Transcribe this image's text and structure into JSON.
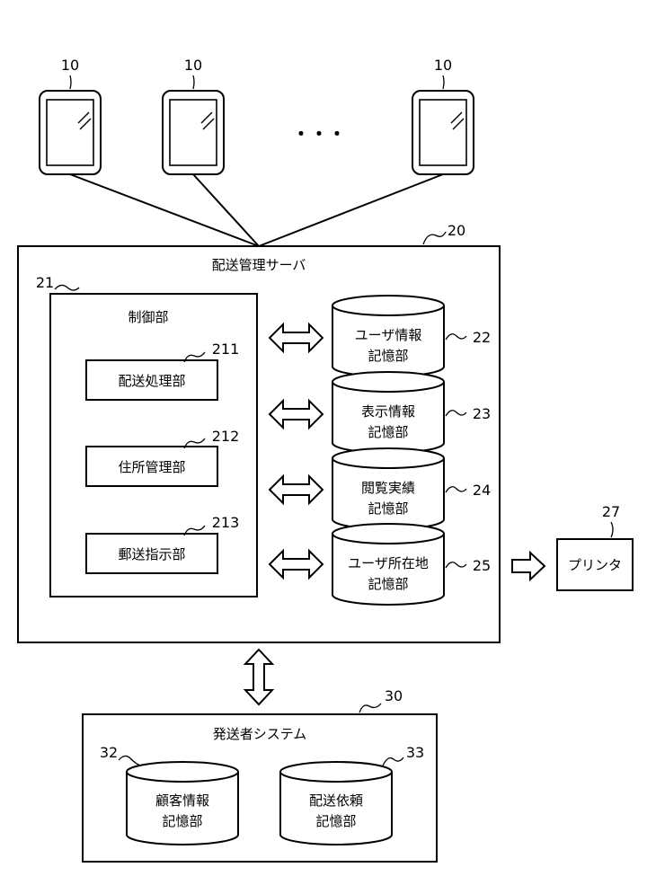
{
  "terminals": [
    {
      "ref": "10"
    },
    {
      "ref": "10"
    },
    {
      "ref": "10"
    }
  ],
  "ellipsis": "・・・",
  "server": {
    "ref": "20",
    "title": "配送管理サーバ",
    "control_unit": {
      "ref": "21",
      "title": "制御部",
      "modules": [
        {
          "ref": "211",
          "label": "配送処理部"
        },
        {
          "ref": "212",
          "label": "住所管理部"
        },
        {
          "ref": "213",
          "label": "郵送指示部"
        }
      ]
    },
    "storages": [
      {
        "ref": "22",
        "line1": "ユーザ情報",
        "line2": "記憶部"
      },
      {
        "ref": "23",
        "line1": "表示情報",
        "line2": "記憶部"
      },
      {
        "ref": "24",
        "line1": "閲覧実績",
        "line2": "記憶部"
      },
      {
        "ref": "25",
        "line1": "ユーザ所在地",
        "line2": "記憶部"
      }
    ]
  },
  "printer": {
    "ref": "27",
    "label": "プリンタ"
  },
  "sender_system": {
    "ref": "30",
    "title": "発送者システム",
    "storages": [
      {
        "ref": "32",
        "line1": "顧客情報",
        "line2": "記憶部"
      },
      {
        "ref": "33",
        "line1": "配送依頼",
        "line2": "記憶部"
      }
    ]
  }
}
